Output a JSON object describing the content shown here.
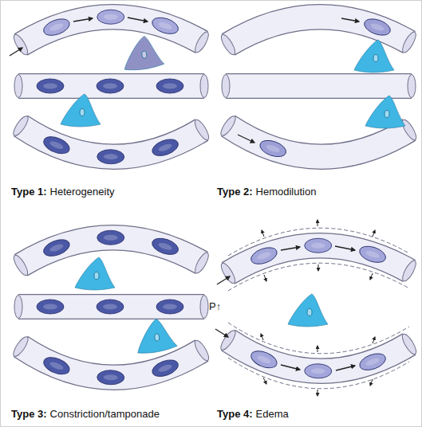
{
  "diagram": {
    "labels": [
      "Type 1:",
      "Heterogeneity",
      "Type 2:",
      "Hemodilution",
      "Type 3:",
      "Constriction/tamponade",
      "Type 4:",
      "Edema",
      "P↑"
    ]
  }
}
